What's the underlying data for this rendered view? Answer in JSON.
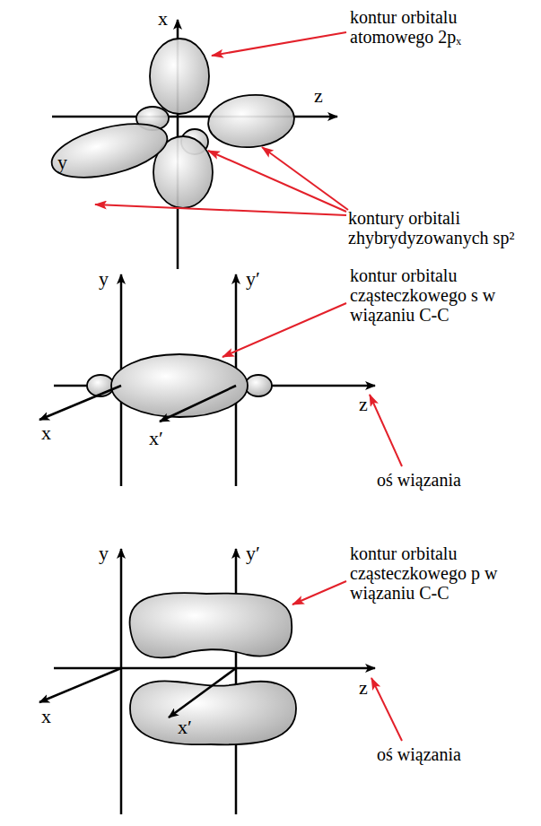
{
  "diagram": {
    "labels": [
      "x",
      "kontur orbitalu atomowego 2pₓ",
      "z",
      "y",
      "kontury orbitali zhybrydyzowanych sp²",
      "y",
      "y′",
      "kontur orbitalu cząsteczkowego s w wiązaniu C-C",
      "x",
      "x′",
      "z",
      "oś wiązania",
      "y",
      "y′",
      "kontur orbitalu cząsteczkowego p w wiązaniu C-C",
      "x",
      "x′",
      "z",
      "oś wiązania"
    ]
  }
}
